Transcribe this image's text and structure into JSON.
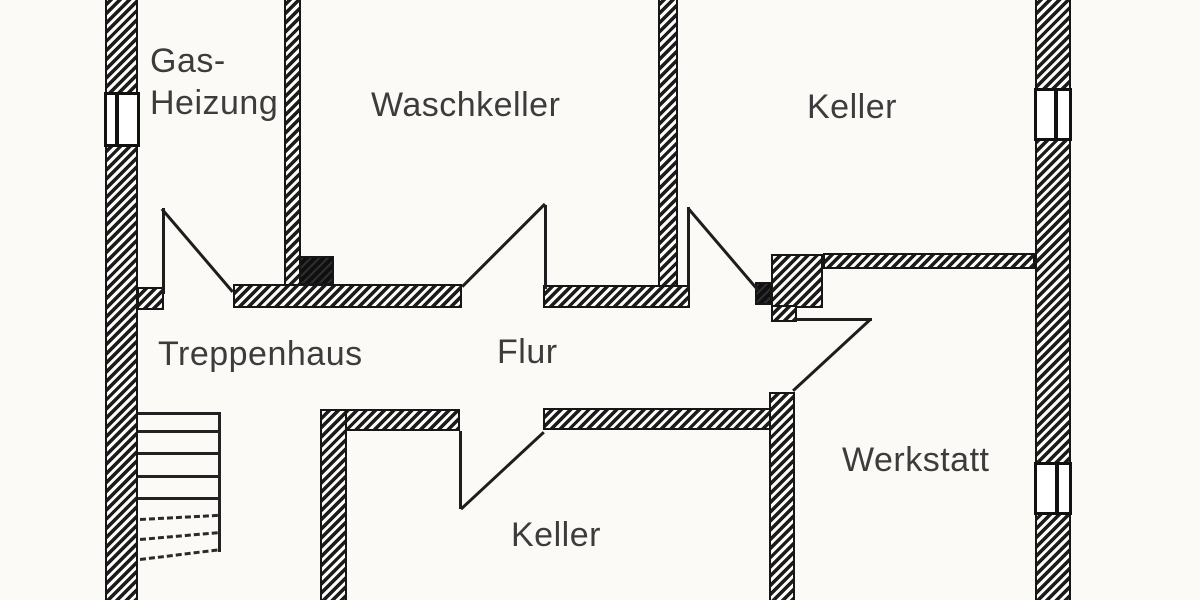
{
  "meta": {
    "description": "Scanned hand-drawn basement floor plan with hatched walls"
  },
  "colors": {
    "paper": "#fbfaf6",
    "ink": "#1d1d1d",
    "label_text": "#3c3c3c"
  },
  "rooms": {
    "gas_heizung": "Gas-\nHeizung",
    "waschkeller": "Waschkeller",
    "keller_top": "Keller",
    "treppenhaus": "Treppenhaus",
    "flur": "Flur",
    "keller_bottom": "Keller",
    "werkstatt": "Werkstatt"
  },
  "features": {
    "windows": [
      "left outer wall window",
      "right outer wall window top",
      "right outer wall window bottom"
    ],
    "doors": [
      "gas-heizung door",
      "waschkeller door",
      "keller door",
      "bottom keller door",
      "werkstatt door"
    ],
    "stairs": "staircase in Treppenhaus with dashed cut lines"
  }
}
